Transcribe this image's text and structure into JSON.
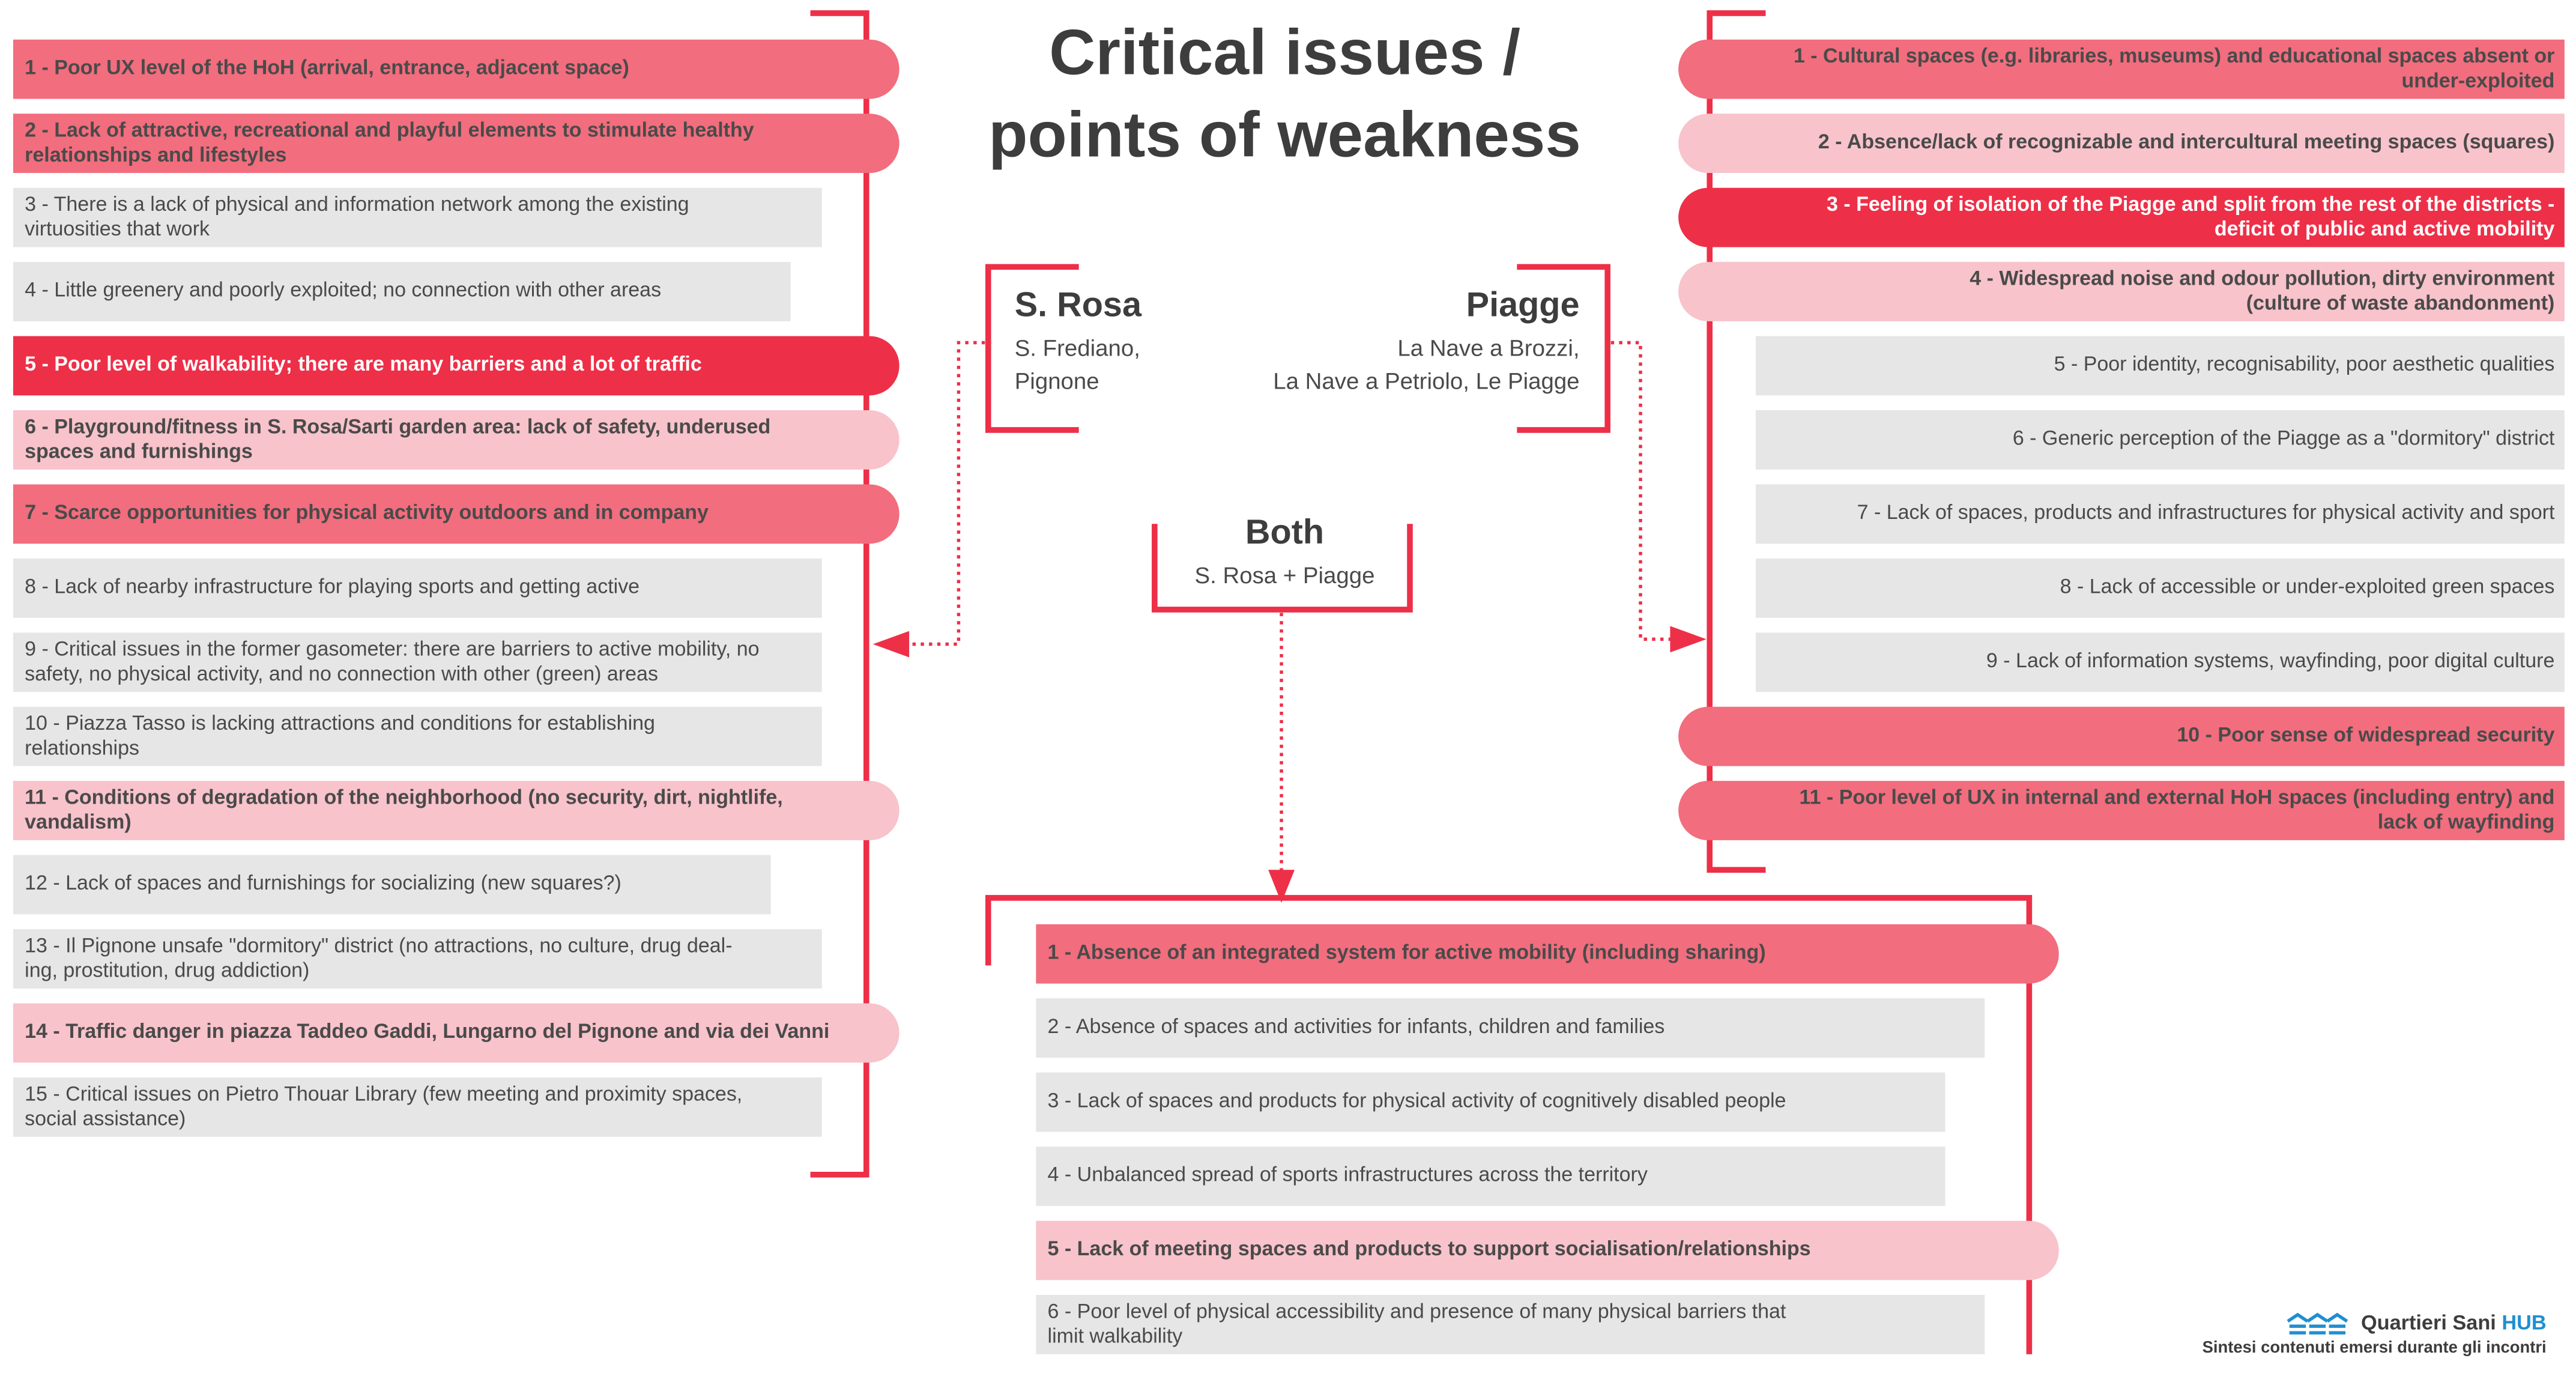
{
  "title_line1": "Critical issues /",
  "title_line2": "points of weakness",
  "groups": {
    "srosa": {
      "name": "S. Rosa",
      "sub_line1": "S. Frediano,",
      "sub_line2": "Pignone"
    },
    "piagge": {
      "name": "Piagge",
      "sub_line1": "La Nave a Brozzi,",
      "sub_line2": "La Nave a Petriolo, Le Piagge"
    },
    "both": {
      "name": "Both",
      "sub": "S. Rosa + Piagge"
    }
  },
  "srosa_items": [
    {
      "line1": "1 - Poor UX level of the HoH (arrival, entrance, adjacent space)",
      "line2": "",
      "level": "mid"
    },
    {
      "line1": "2 - Lack of attractive, recreational and playful elements to stimulate healthy",
      "line2": "relationships and lifestyles",
      "level": "mid"
    },
    {
      "line1": "3 - There is a lack of physical and information network among the existing",
      "line2": "virtuosities that work",
      "level": "gray"
    },
    {
      "line1": "4 - Little greenery and poorly exploited; no connection with other areas",
      "line2": "",
      "level": "gray"
    },
    {
      "line1": "5 - Poor level of walkability; there are many barriers and a lot of traffic",
      "line2": "",
      "level": "strong"
    },
    {
      "line1": "6 - Playground/fitness in S. Rosa/Sarti garden area: lack of safety, underused",
      "line2": "spaces and furnishings",
      "level": "light"
    },
    {
      "line1": "7 - Scarce opportunities for physical activity outdoors and in company",
      "line2": "",
      "level": "mid"
    },
    {
      "line1": "8 - Lack of nearby infrastructure for playing sports and getting active",
      "line2": "",
      "level": "gray"
    },
    {
      "line1": "9 - Critical issues in the former gasometer: there are barriers to active mobility, no",
      "line2": "safety, no physical activity, and no connection with other (green) areas",
      "level": "gray"
    },
    {
      "line1": "10 - Piazza Tasso is lacking attractions and conditions for establishing",
      "line2": "relationships",
      "level": "gray"
    },
    {
      "line1": "11 - Conditions of degradation of the neighborhood (no security, dirt, nightlife,",
      "line2": "vandalism)",
      "level": "light"
    },
    {
      "line1": "12 - Lack of spaces and furnishings for socializing (new squares?)",
      "line2": "",
      "level": "gray"
    },
    {
      "line1": "13 - Il Pignone unsafe \"dormitory\" district (no attractions, no culture, drug deal-",
      "line2": "ing, prostitution, drug addiction)",
      "level": "gray"
    },
    {
      "line1": "14 - Traffic danger in piazza Taddeo Gaddi, Lungarno del Pignone and via dei Vanni",
      "line2": "",
      "level": "light"
    },
    {
      "line1": "15 - Critical issues on Pietro Thouar Library (few meeting and proximity spaces,",
      "line2": "social assistance)",
      "level": "gray"
    }
  ],
  "piagge_items": [
    {
      "line1": "1 - Cultural spaces (e.g. libraries, museums) and educational spaces absent or",
      "line2": "under-exploited",
      "level": "mid"
    },
    {
      "line1": "2 - Absence/lack of recognizable and intercultural meeting spaces (squares)",
      "line2": "",
      "level": "light"
    },
    {
      "line1": "3 - Feeling of isolation of the Piagge and split from the rest of the districts -",
      "line2": "deficit of public and active mobility",
      "level": "strong"
    },
    {
      "line1": "4 - Widespread noise and odour pollution, dirty environment",
      "line2": "(culture of waste abandonment)",
      "level": "light"
    },
    {
      "line1": "5 - Poor identity, recognisability, poor aesthetic qualities",
      "line2": "",
      "level": "gray"
    },
    {
      "line1": "6 - Generic perception of the Piagge as a \"dormitory\" district",
      "line2": "",
      "level": "gray"
    },
    {
      "line1": "7 - Lack of spaces, products and infrastructures for physical activity and sport",
      "line2": "",
      "level": "gray"
    },
    {
      "line1": "8 - Lack of accessible or under-exploited green spaces",
      "line2": "",
      "level": "gray"
    },
    {
      "line1": "9 - Lack of information systems, wayfinding, poor digital culture",
      "line2": "",
      "level": "gray"
    },
    {
      "line1": "10 - Poor sense of widespread security",
      "line2": "",
      "level": "mid"
    },
    {
      "line1": "11 - Poor level of UX in internal and external HoH spaces (including entry) and",
      "line2": "lack of wayfinding",
      "level": "mid"
    }
  ],
  "both_items": [
    {
      "line1": "1 - Absence of an integrated system for active mobility (including sharing)",
      "line2": "",
      "level": "mid"
    },
    {
      "line1": "2 - Absence of spaces and activities for infants, children and families",
      "line2": "",
      "level": "gray"
    },
    {
      "line1": "3 - Lack of spaces and products for physical activity of cognitively disabled people",
      "line2": "",
      "level": "gray"
    },
    {
      "line1": "4 - Unbalanced spread of sports infrastructures across the territory",
      "line2": "",
      "level": "gray"
    },
    {
      "line1": "5 - Lack of meeting spaces and products to support socialisation/relationships",
      "line2": "",
      "level": "light"
    },
    {
      "line1": "6 - Poor level of physical accessibility and presence of many physical barriers that",
      "line2": "limit walkability",
      "level": "gray"
    }
  ],
  "brand": {
    "name_a": "Quartieri Sani ",
    "name_b": "HUB",
    "tagline": "Sintesi contenuti emersi durante gli incontri"
  },
  "colors": {
    "accent": "#ee2f48",
    "mid": "#f26d7d",
    "light": "#f8c3cb",
    "gray": "#e6e6e6",
    "brand_blue": "#1f8fd0"
  }
}
